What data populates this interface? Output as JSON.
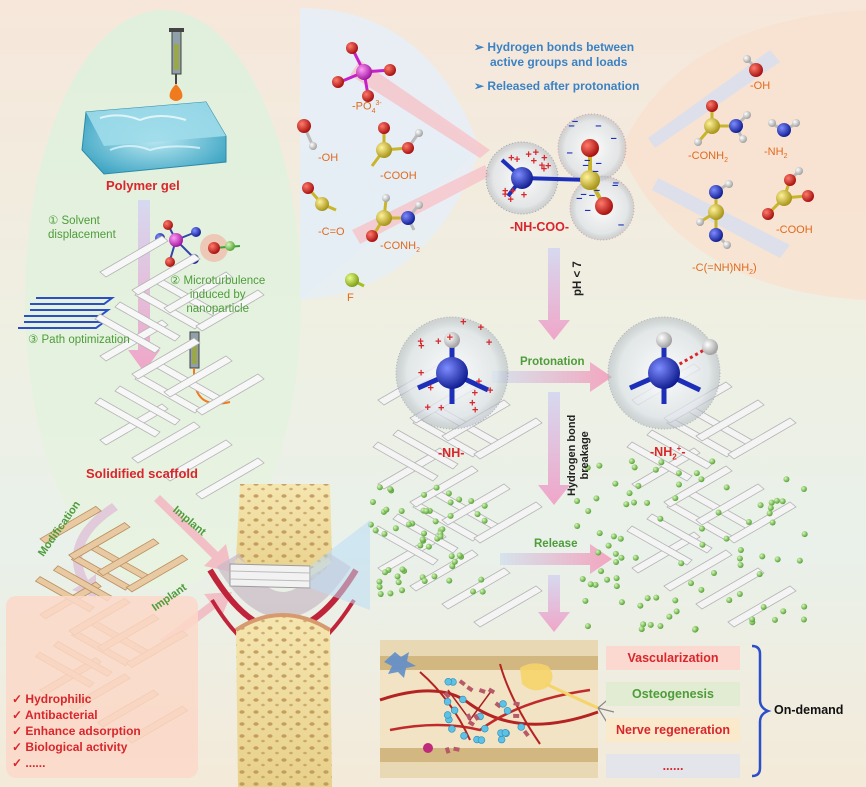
{
  "left_panel": {
    "polymer_gel": "Polymer gel",
    "step1": "① Solvent displacement",
    "step1_a": "① Solvent",
    "step1_b": "displacement",
    "step2_a": "② Microturbulence",
    "step2_b": "induced by",
    "step2_c": "nanoparticle",
    "step3": "③ Path optimization",
    "solidified": "Solidified scaffold",
    "modification": "Modification",
    "implant_1": "Implant",
    "implant_2": "Implant",
    "properties": [
      "Hydrophilic",
      "Antibacterial",
      "Enhance adsorption",
      "Biological activity",
      "......"
    ],
    "check": "✓"
  },
  "groups_left": {
    "po4": "-PO",
    "po4_sub": "4",
    "po4_sup": "3-",
    "oh": "-OH",
    "cooh": "-COOH",
    "co": "-C=O",
    "conh2": "-CONH",
    "conh2_sub": "2",
    "f": "F"
  },
  "groups_right": {
    "oh": "-OH",
    "conh2": "-CONH",
    "conh2_sub": "2",
    "nh2": "-NH",
    "nh2_sub": "2",
    "cnhnh2": "-C(=NH)NH",
    "cnhnh2_sub": "2",
    "cnhnh2_end": ")",
    "cooh": "-COOH"
  },
  "bullets": [
    "Hydrogen bonds between",
    "active groups and loads",
    "Released after protonation"
  ],
  "bullet_marker": "➢",
  "center": {
    "nh_coo": "-NH-COO-",
    "ph": "pH < 7",
    "protonation": "Protonation",
    "nh": "-NH-",
    "nh2plus": "-NH",
    "nh2plus_sub": "2",
    "nh2plus_sup": "+",
    "nh2plus_end": "-",
    "hbond_1": "Hydrogen bond",
    "hbond_2": "breakage",
    "release": "Release"
  },
  "effects": {
    "items": [
      "Vascularization",
      "Osteogenesis",
      "Nerve regeneration",
      "......"
    ],
    "on_demand": "On-demand"
  },
  "charges": {
    "plus": "+",
    "minus": "–"
  },
  "colors": {
    "red_text": "#d9262b",
    "green_text": "#4e9c3a",
    "orange_text": "#e06a1e",
    "blue_text": "#3b82c4",
    "nitrogen": "#1d2fb8",
    "oxygen": "#d01818",
    "sulfur": "#c9b52a",
    "phosphorus": "#d21fd2",
    "scaffold": "#eeeeee",
    "nanoparticle": "#7cc05a"
  }
}
